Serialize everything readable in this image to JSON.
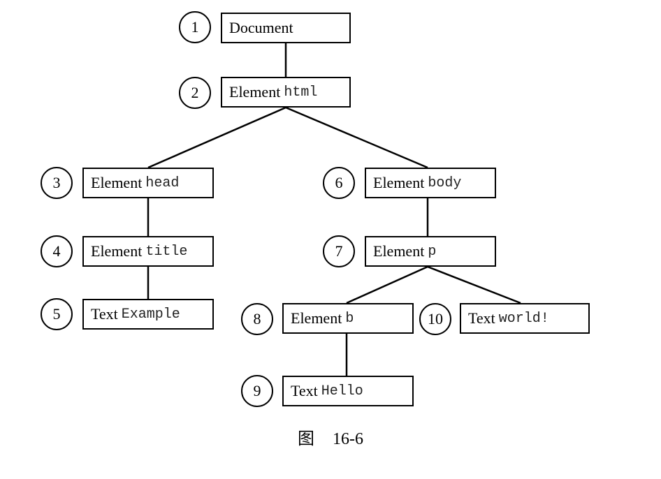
{
  "nodes": [
    {
      "id": 1,
      "number": "1",
      "kind": "Document",
      "tag": ""
    },
    {
      "id": 2,
      "number": "2",
      "kind": "Element",
      "tag": "html"
    },
    {
      "id": 3,
      "number": "3",
      "kind": "Element",
      "tag": "head"
    },
    {
      "id": 4,
      "number": "4",
      "kind": "Element",
      "tag": "title"
    },
    {
      "id": 5,
      "number": "5",
      "kind": "Text",
      "tag": "Example"
    },
    {
      "id": 6,
      "number": "6",
      "kind": "Element",
      "tag": "body"
    },
    {
      "id": 7,
      "number": "7",
      "kind": "Element",
      "tag": "p"
    },
    {
      "id": 8,
      "number": "8",
      "kind": "Element",
      "tag": "b"
    },
    {
      "id": 9,
      "number": "9",
      "kind": "Text",
      "tag": "Hello"
    },
    {
      "id": 10,
      "number": "10",
      "kind": "Text",
      "tag": "world!"
    }
  ],
  "edges": [
    [
      1,
      2
    ],
    [
      2,
      3
    ],
    [
      2,
      6
    ],
    [
      3,
      4
    ],
    [
      4,
      5
    ],
    [
      6,
      7
    ],
    [
      7,
      8
    ],
    [
      7,
      10
    ],
    [
      8,
      9
    ]
  ],
  "caption": {
    "prefix": "图",
    "number": "16-6"
  }
}
